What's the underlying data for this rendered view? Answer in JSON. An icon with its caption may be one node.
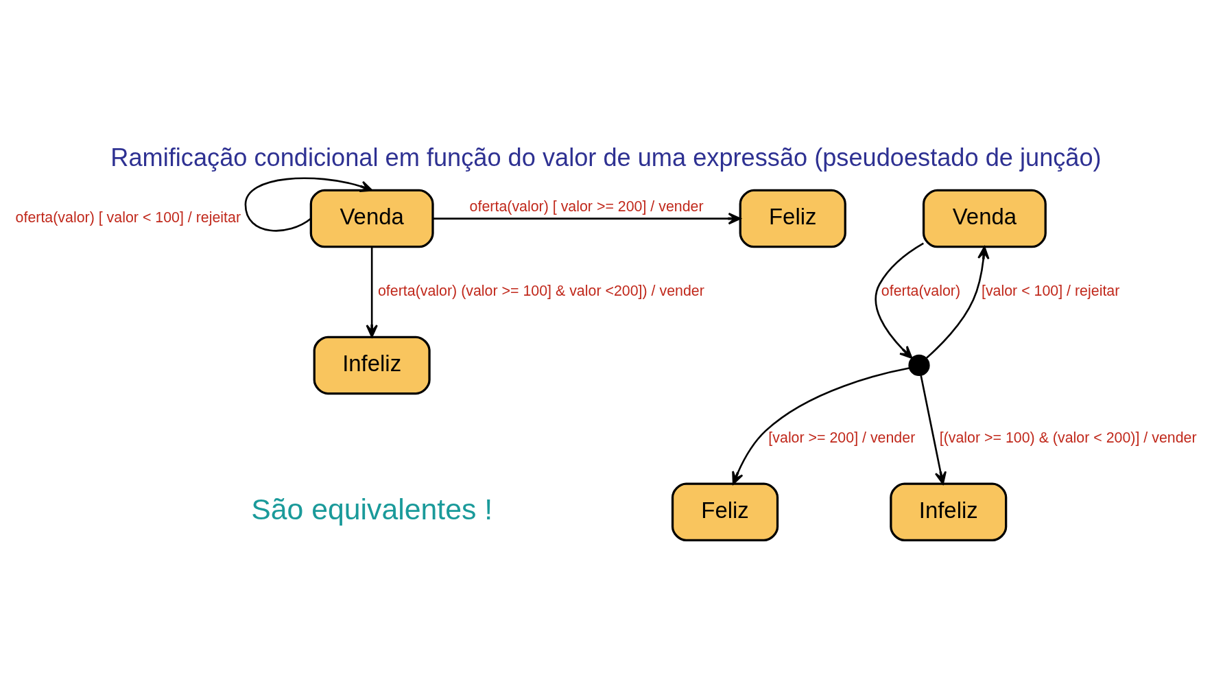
{
  "diagram": {
    "title": "Ramificação condicional em função do valor de uma expressão (pseudoestado de junção)",
    "nodes": [
      {
        "text": [
          "Venda"
        ]
      },
      {
        "text": [
          "Feliz"
        ]
      },
      {
        "text": [
          "Infeliz"
        ]
      },
      {
        "text": [
          "Venda"
        ]
      },
      {
        "text": [
          "Feliz"
        ]
      },
      {
        "text": [
          "Infeliz"
        ]
      },
      {
        "text": [],
        "shape": "circle"
      }
    ],
    "edges": [
      {
        "from": 0,
        "to": 0,
        "arrow": "to",
        "label": "oferta(valor) [ valor < 100] / rejeitar"
      },
      {
        "from": 0,
        "to": 1,
        "arrow": "to",
        "label": "oferta(valor) [ valor >= 200] / vender"
      },
      {
        "from": 0,
        "to": 2,
        "arrow": "to",
        "label": "oferta(valor) (valor >= 100] & valor <200]) / vender"
      },
      {
        "from": 3,
        "to": 6,
        "arrow": "to",
        "label": "oferta(valor)"
      },
      {
        "from": 6,
        "to": 4,
        "arrow": "to",
        "label": "[valor >= 200] / vender"
      },
      {
        "from": 6,
        "to": 3,
        "arrow": "to",
        "label": "[valor < 100] / rejeitar"
      },
      {
        "from": 6,
        "to": 5,
        "arrow": "to",
        "label": "[(valor >= 100) & (valor < 200)] / vender"
      }
    ],
    "labels": [
      "São equivalentes !"
    ]
  }
}
